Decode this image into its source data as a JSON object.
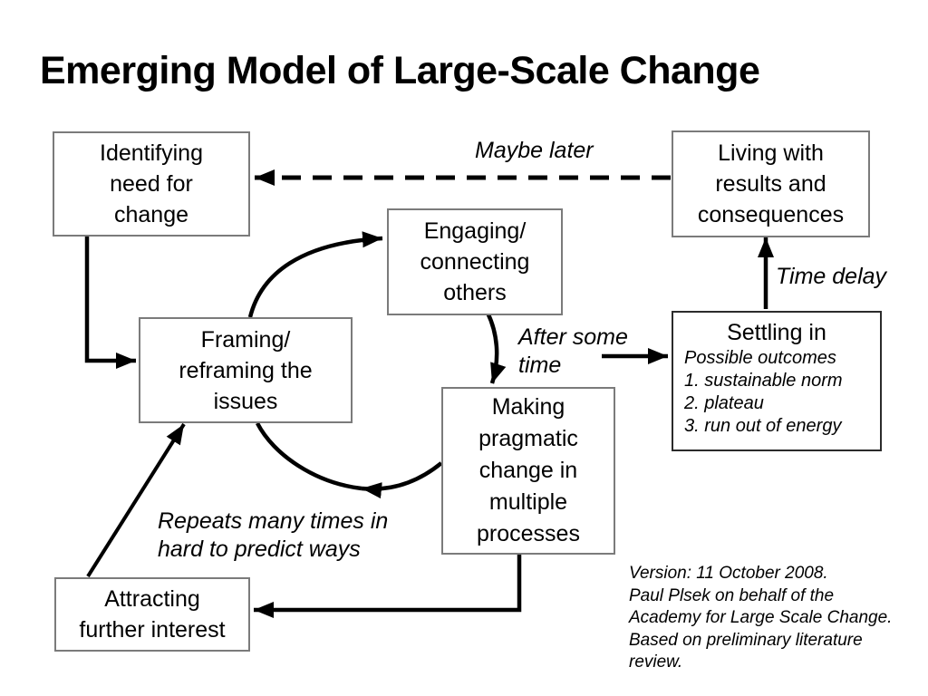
{
  "title": "Emerging Model of Large-Scale Change",
  "boxes": {
    "identifying": {
      "lines": [
        "Identifying",
        "need for",
        "change"
      ]
    },
    "living": {
      "lines": [
        "Living with",
        "results and",
        "consequences"
      ]
    },
    "engaging": {
      "lines": [
        "Engaging/",
        "connecting",
        "others"
      ]
    },
    "framing": {
      "lines": [
        "Framing/",
        "reframing the",
        "issues"
      ]
    },
    "settling": {
      "heading": "Settling in",
      "items": [
        "Possible outcomes",
        "1. sustainable norm",
        "2. plateau",
        "3. run out of energy"
      ]
    },
    "making": {
      "lines": [
        "Making",
        "pragmatic",
        "change in",
        "multiple",
        "processes"
      ]
    },
    "attracting": {
      "lines": [
        "Attracting",
        "further interest"
      ]
    }
  },
  "labels": {
    "maybe_later": "Maybe later",
    "time_delay": "Time delay",
    "after_some_time": [
      "After some",
      "time"
    ],
    "repeats": [
      "Repeats many times in",
      "hard to predict ways"
    ],
    "version": [
      "Version: 11 October 2008.",
      "Paul Plsek on behalf of the",
      "Academy for Large Scale Change.",
      "Based on preliminary literature",
      "review."
    ]
  },
  "colors": {
    "background": "#ffffff",
    "box_border": "#7b7b7b",
    "settling_border": "#2b2b2b",
    "arrow": "#000000",
    "text": "#000000"
  }
}
